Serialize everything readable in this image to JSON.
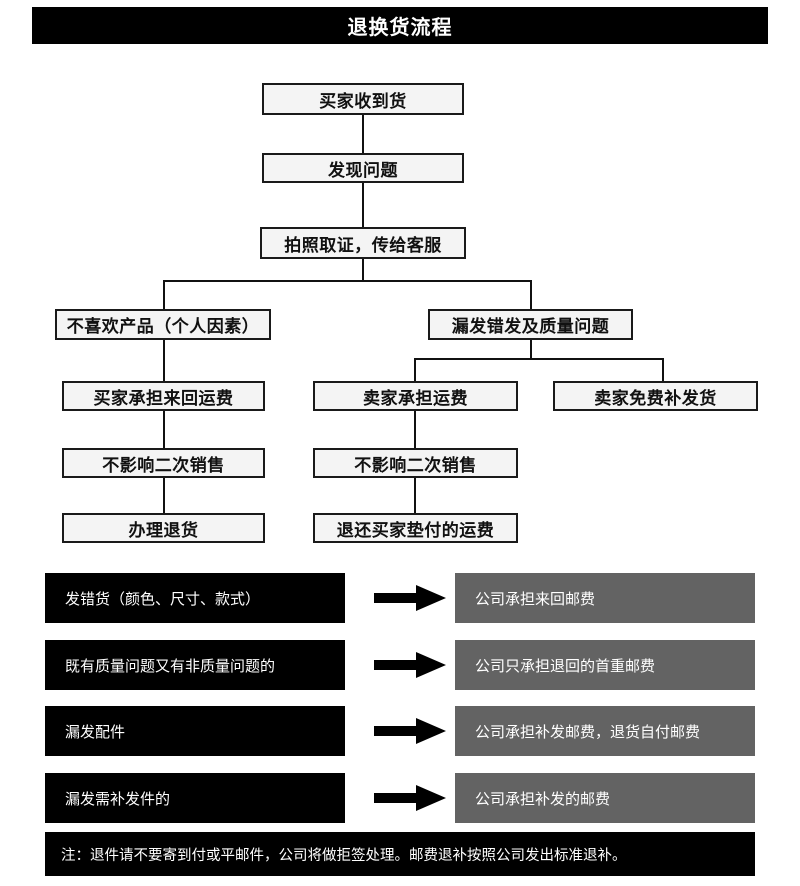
{
  "title": "退换货流程",
  "flowchart": {
    "nodes": [
      {
        "id": "n1",
        "label": "买家收到货"
      },
      {
        "id": "n2",
        "label": "发现问题"
      },
      {
        "id": "n3",
        "label": "拍照取证，传给客服"
      },
      {
        "id": "n4",
        "label": "不喜欢产品（个人因素）"
      },
      {
        "id": "n5",
        "label": "漏发错发及质量问题"
      },
      {
        "id": "n6",
        "label": "买家承担来回运费"
      },
      {
        "id": "n7",
        "label": "卖家承担运费"
      },
      {
        "id": "n8",
        "label": "卖家免费补发货"
      },
      {
        "id": "n9",
        "label": "不影响二次销售"
      },
      {
        "id": "n10",
        "label": "不影响二次销售"
      },
      {
        "id": "n11",
        "label": "办理退货"
      },
      {
        "id": "n12",
        "label": "退还买家垫付的运费"
      }
    ]
  },
  "rules": {
    "rows": [
      {
        "cause": "发错货（颜色、尺寸、款式）",
        "result": "公司承担来回邮费"
      },
      {
        "cause": "既有质量问题又有非质量问题的",
        "result": "公司只承担退回的首重邮费"
      },
      {
        "cause": "漏发配件",
        "result": "公司承担补发邮费，退货自付邮费"
      },
      {
        "cause": "漏发需补发件的",
        "result": "公司承担补发的邮费"
      }
    ],
    "note": "注：退件请不要寄到付或平邮件，公司将做拒签处理。邮费退补按照公司发出标准退补。"
  },
  "colors": {
    "banner": "#000000",
    "cause_bg": "#000000",
    "result_bg": "#636363",
    "box_fill": "#f4f4f4",
    "box_border": "#1a1a1a"
  }
}
